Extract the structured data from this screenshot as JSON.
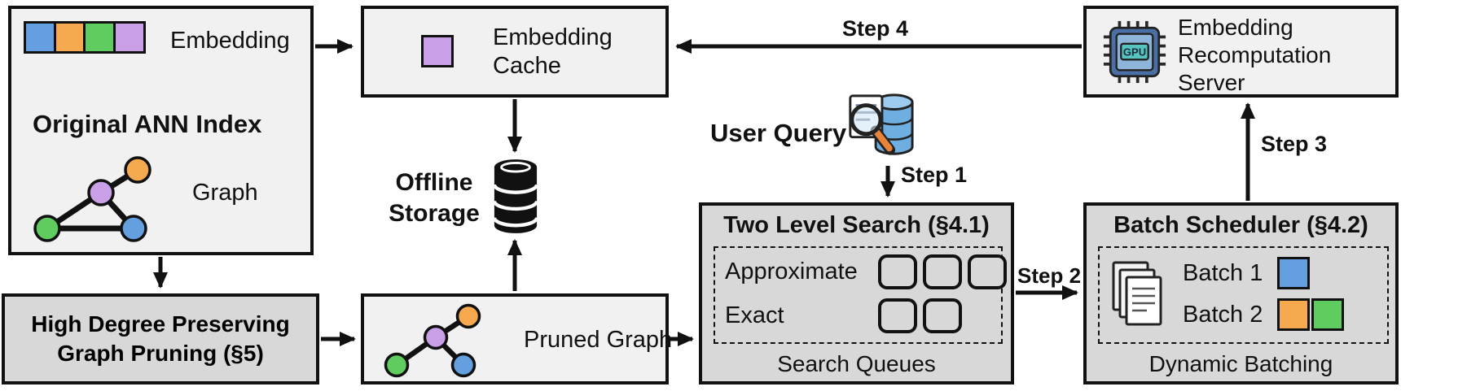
{
  "palette": {
    "blue": "#64A0E0",
    "orange": "#F6A94E",
    "green": "#5ECC5E",
    "purple": "#C9A0E8",
    "line": "#111111"
  },
  "ann_index": {
    "title": "Original ANN Index",
    "embedding_label": "Embedding",
    "graph_label": "Graph"
  },
  "pruning": {
    "line1": "High Degree Preserving",
    "line2": "Graph Pruning (§5)"
  },
  "cache": {
    "line1": "Embedding",
    "line2": "Cache"
  },
  "storage": {
    "line1": "Offline",
    "line2": "Storage"
  },
  "pruned_graph": {
    "label": "Pruned Graph"
  },
  "user_query": {
    "label": "User Query"
  },
  "search": {
    "title": "Two Level Search (§4.1)",
    "rows": [
      {
        "label": "Approximate",
        "slots": 3
      },
      {
        "label": "Exact",
        "slots": 2
      }
    ],
    "footer": "Search Queues"
  },
  "scheduler": {
    "title": "Batch Scheduler (§4.2)",
    "batch1": "Batch 1",
    "batch2": "Batch 2",
    "footer": "Dynamic Batching"
  },
  "server": {
    "line1": "Embedding",
    "line2": "Recomputation",
    "line3": "Server"
  },
  "steps": {
    "step1": "Step 1",
    "step2": "Step 2",
    "step3": "Step 3",
    "step4": "Step 4"
  },
  "gpu_label": "GPU"
}
